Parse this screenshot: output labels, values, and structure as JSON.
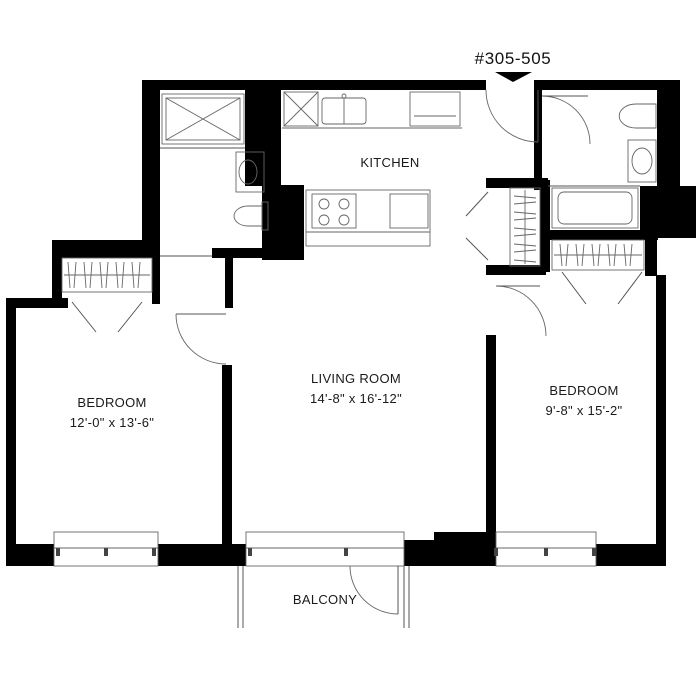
{
  "unit_label": "#305-505",
  "rooms": {
    "kitchen": {
      "name": "KITCHEN"
    },
    "living": {
      "name": "LIVING ROOM",
      "size": "14'-8\" x 16'-12\""
    },
    "bedroom_left": {
      "name": "BEDROOM",
      "size": "12'-0\" x 13'-6\""
    },
    "bedroom_right": {
      "name": "BEDROOM",
      "size": "9'-8\" x 15'-2\""
    },
    "balcony": {
      "name": "BALCONY"
    }
  },
  "colors": {
    "wall": "#000000",
    "fixture_line": "#666666",
    "background": "#ffffff"
  }
}
